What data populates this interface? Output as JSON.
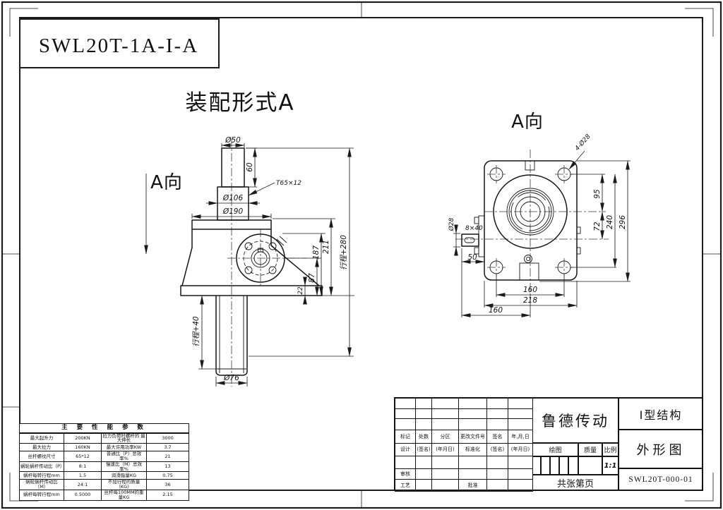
{
  "doc": {
    "code": "SWL20T-1A-I-A",
    "assembly_title": "装配形式A"
  },
  "front_view": {
    "view_arrow_label": "A向",
    "dims": {
      "top_dia": "Ø50",
      "top_len": "60",
      "thread": "T65×12",
      "tube_dia": "Ø106",
      "flange_dia": "Ø190",
      "base_thk": "22",
      "worm_center_h": "87",
      "body_h": "187",
      "total_h": "211",
      "stroke_up": "行程+280",
      "stroke_down": "行程+40",
      "screw_dia": "Ø76"
    }
  },
  "side_view": {
    "title": "A向",
    "dims": {
      "corner_holes": "4-Ø28",
      "center_to_top_holes": "95",
      "center_to_shaft": "72",
      "holes_v_span": "240",
      "plate_h": "296",
      "shaft_dia": "Ø28",
      "key": "8×40",
      "shaft_len": "50",
      "holes_h_span": "160",
      "plate_w": "218",
      "shaft_to_center": "160"
    }
  },
  "param_table": {
    "title": "主 要 性 能 参 数",
    "rows": [
      [
        "最大起升力",
        "200KN",
        "拉力负荷时螺杆的 最大伸长",
        "3000"
      ],
      [
        "最大拉力",
        "160KN",
        "最大许用功率KW",
        "3.7"
      ],
      [
        "丝杆螺纹尺寸",
        "65*12",
        "普通比（P）总效率%",
        "21"
      ],
      [
        "蜗轮蜗杆传动比（P）",
        "8:1",
        "慢速比（M）总效率%",
        "13"
      ],
      [
        "蜗杆每转行程mm",
        "1.5",
        "润滑脂量KG",
        "0.75"
      ],
      [
        "蜗轮蜗杆传动比（M）",
        "24:1",
        "不加行程的质量（KG）",
        "36"
      ],
      [
        "蜗杆每转行程mm",
        "0.5000",
        "丝杆每100MM的重量KG",
        "2.15"
      ]
    ]
  },
  "title_block": {
    "company": "鲁德传动",
    "structure_type": "I型结构",
    "drawing_title": "外形图",
    "drawing_no": "SWL20T-000-01",
    "scale_value": "1:1",
    "labels": {
      "mark": "标记",
      "count": "处数",
      "zone": "分区",
      "change_doc": "更改文件号",
      "sign": "签名",
      "date": "年,月,日",
      "design": "设计",
      "sign_p": "(签名)",
      "date_p": "(年月日)",
      "standardize": "标准化",
      "check": "审核",
      "process": "工艺",
      "approve": "批准",
      "draw": "绘图",
      "weight": "质量",
      "scale": "比例",
      "total": "共",
      "sheets": "张",
      "page_no": "第",
      "page": "页"
    }
  }
}
